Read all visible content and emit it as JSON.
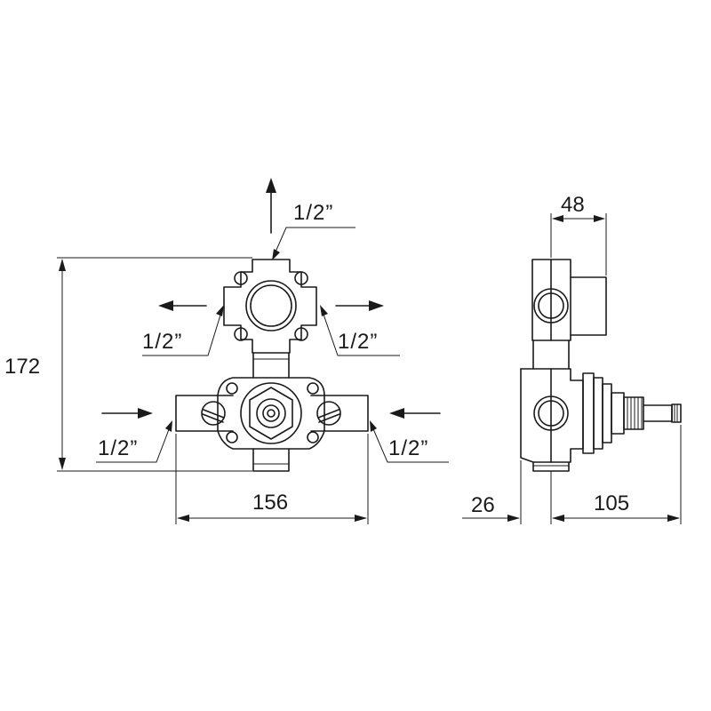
{
  "dimensions": {
    "height": "172",
    "width": "156",
    "depth_top": "48",
    "offset_left": "26",
    "stem_length": "105"
  },
  "ports": {
    "top_outlet": "1/2”",
    "left_outlet": "1/2”",
    "right_outlet": "1/2”",
    "left_inlet": "1/2”",
    "right_inlet": "1/2”"
  }
}
